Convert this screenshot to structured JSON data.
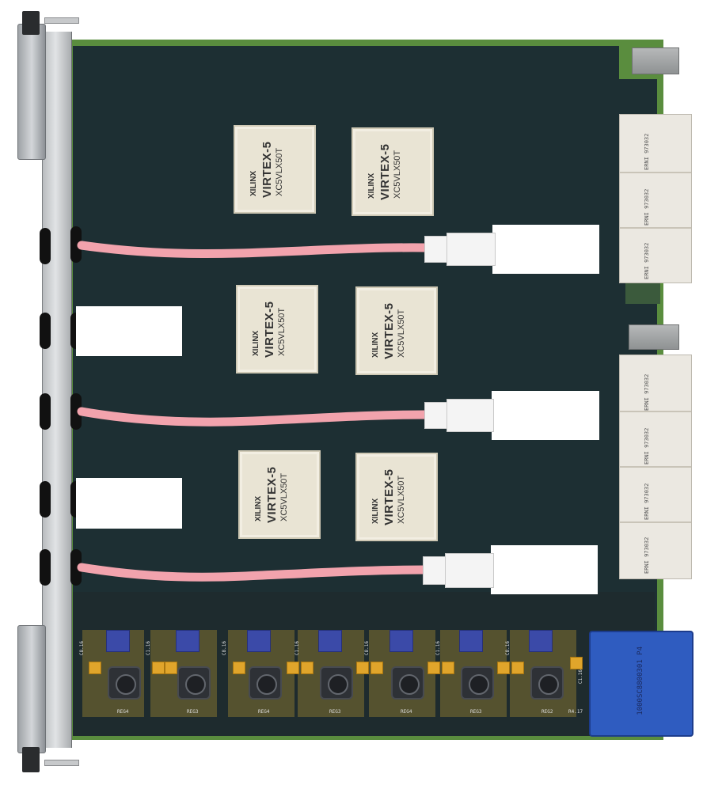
{
  "chips": [
    {
      "brand": "XILINX",
      "family": "VIRTEX-5",
      "part": "XC5VLX50T"
    },
    {
      "brand": "XILINX",
      "family": "VIRTEX-5",
      "part": "XC5VLX50T"
    },
    {
      "brand": "XILINX",
      "family": "VIRTEX-5",
      "part": "XC5VLX50T"
    },
    {
      "brand": "XILINX",
      "family": "VIRTEX-5",
      "part": "XC5VLX50T"
    },
    {
      "brand": "XILINX",
      "family": "VIRTEX-5",
      "part": "XC5VLX50T"
    },
    {
      "brand": "XILINX",
      "family": "VIRTEX-5",
      "part": "XC5VLX50T"
    }
  ],
  "connectors": {
    "top": [
      "ERNI 973032",
      "ERNI 973032",
      "ERNI 973032"
    ],
    "bottom": [
      "ERNI 973032",
      "ERNI 973032",
      "ERNI 973032",
      "ERNI 973032"
    ]
  },
  "regulators": [
    {
      "label": "REG4"
    },
    {
      "label": "REG3"
    },
    {
      "label": "REG4"
    },
    {
      "label": "REG3"
    },
    {
      "label": "REG4"
    },
    {
      "label": "REG3"
    },
    {
      "label": "REG2"
    }
  ],
  "cap_labels": [
    "C8.16",
    "C1.16",
    "C8.16",
    "C1.16",
    "C8.16",
    "C1.16",
    "C8.16",
    "C1.16"
  ],
  "bluebox_text": "1000SC8800301 P4",
  "corner_label": "R4.17",
  "colors": {
    "pcb_dark": "#1d2f33",
    "pcb_green": "#5a8d3e",
    "cable_pink": "#f2a3ad",
    "chip_ceramic": "#e9e4d4",
    "connector": "#ebe8e1",
    "blue_component": "#2f5cc0"
  }
}
